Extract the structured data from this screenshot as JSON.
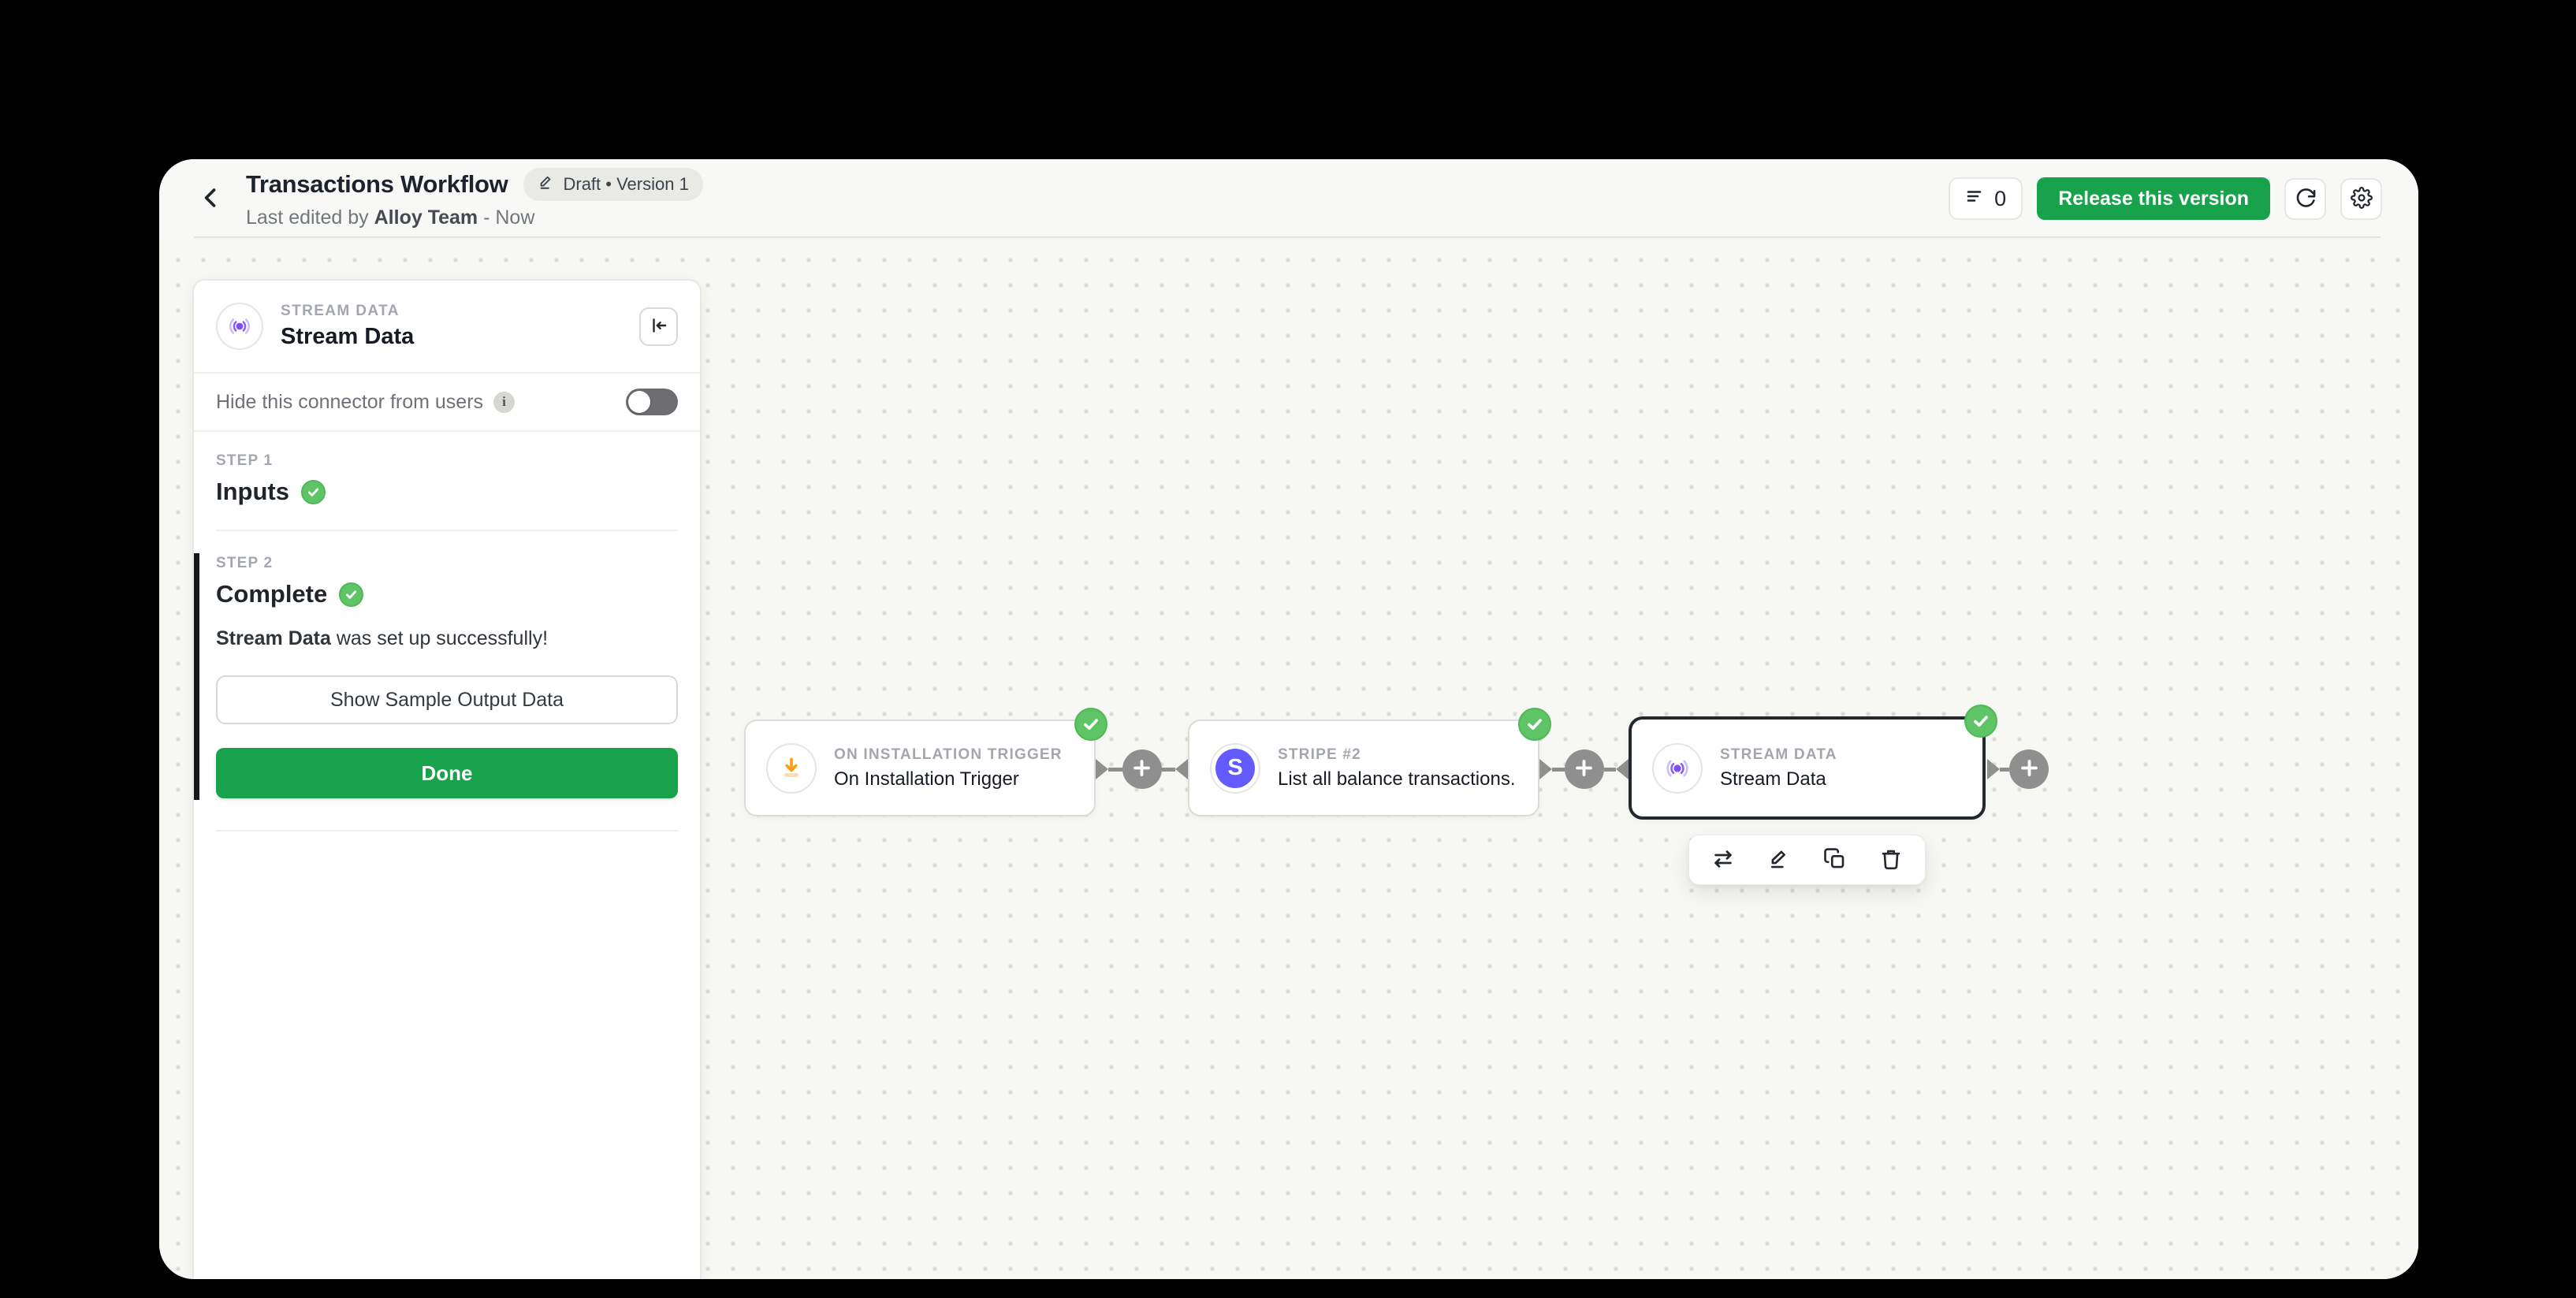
{
  "header": {
    "title": "Transactions Workflow",
    "badge_label": "Draft • Version 1",
    "subtitle_prefix": "Last edited by ",
    "subtitle_author": "Alloy Team",
    "subtitle_suffix": " - Now",
    "changes_count": "0",
    "release_label": "Release this version"
  },
  "sidebar": {
    "kicker": "STREAM DATA",
    "title": "Stream Data",
    "hide_toggle_label": "Hide this connector from users",
    "info_glyph": "i",
    "step1": {
      "kicker": "STEP 1",
      "name": "Inputs"
    },
    "step2": {
      "kicker": "STEP 2",
      "name": "Complete"
    },
    "message_bold": "Stream Data",
    "message_rest": " was set up successfully!",
    "sample_button": "Show Sample Output Data",
    "done_button": "Done"
  },
  "canvas": {
    "nodes": [
      {
        "kicker": "ON INSTALLATION TRIGGER",
        "name": "On Installation Trigger"
      },
      {
        "kicker": "STRIPE #2",
        "name": "List all balance transactions.",
        "logo_letter": "S"
      },
      {
        "kicker": "STREAM DATA",
        "name": "Stream Data"
      }
    ]
  },
  "colors": {
    "accent_green": "#17a24b",
    "check_green": "#5ec466",
    "stripe_purple": "#635bff",
    "stream_purple": "#7c4ff2",
    "trigger_orange": "#f6a21c"
  }
}
